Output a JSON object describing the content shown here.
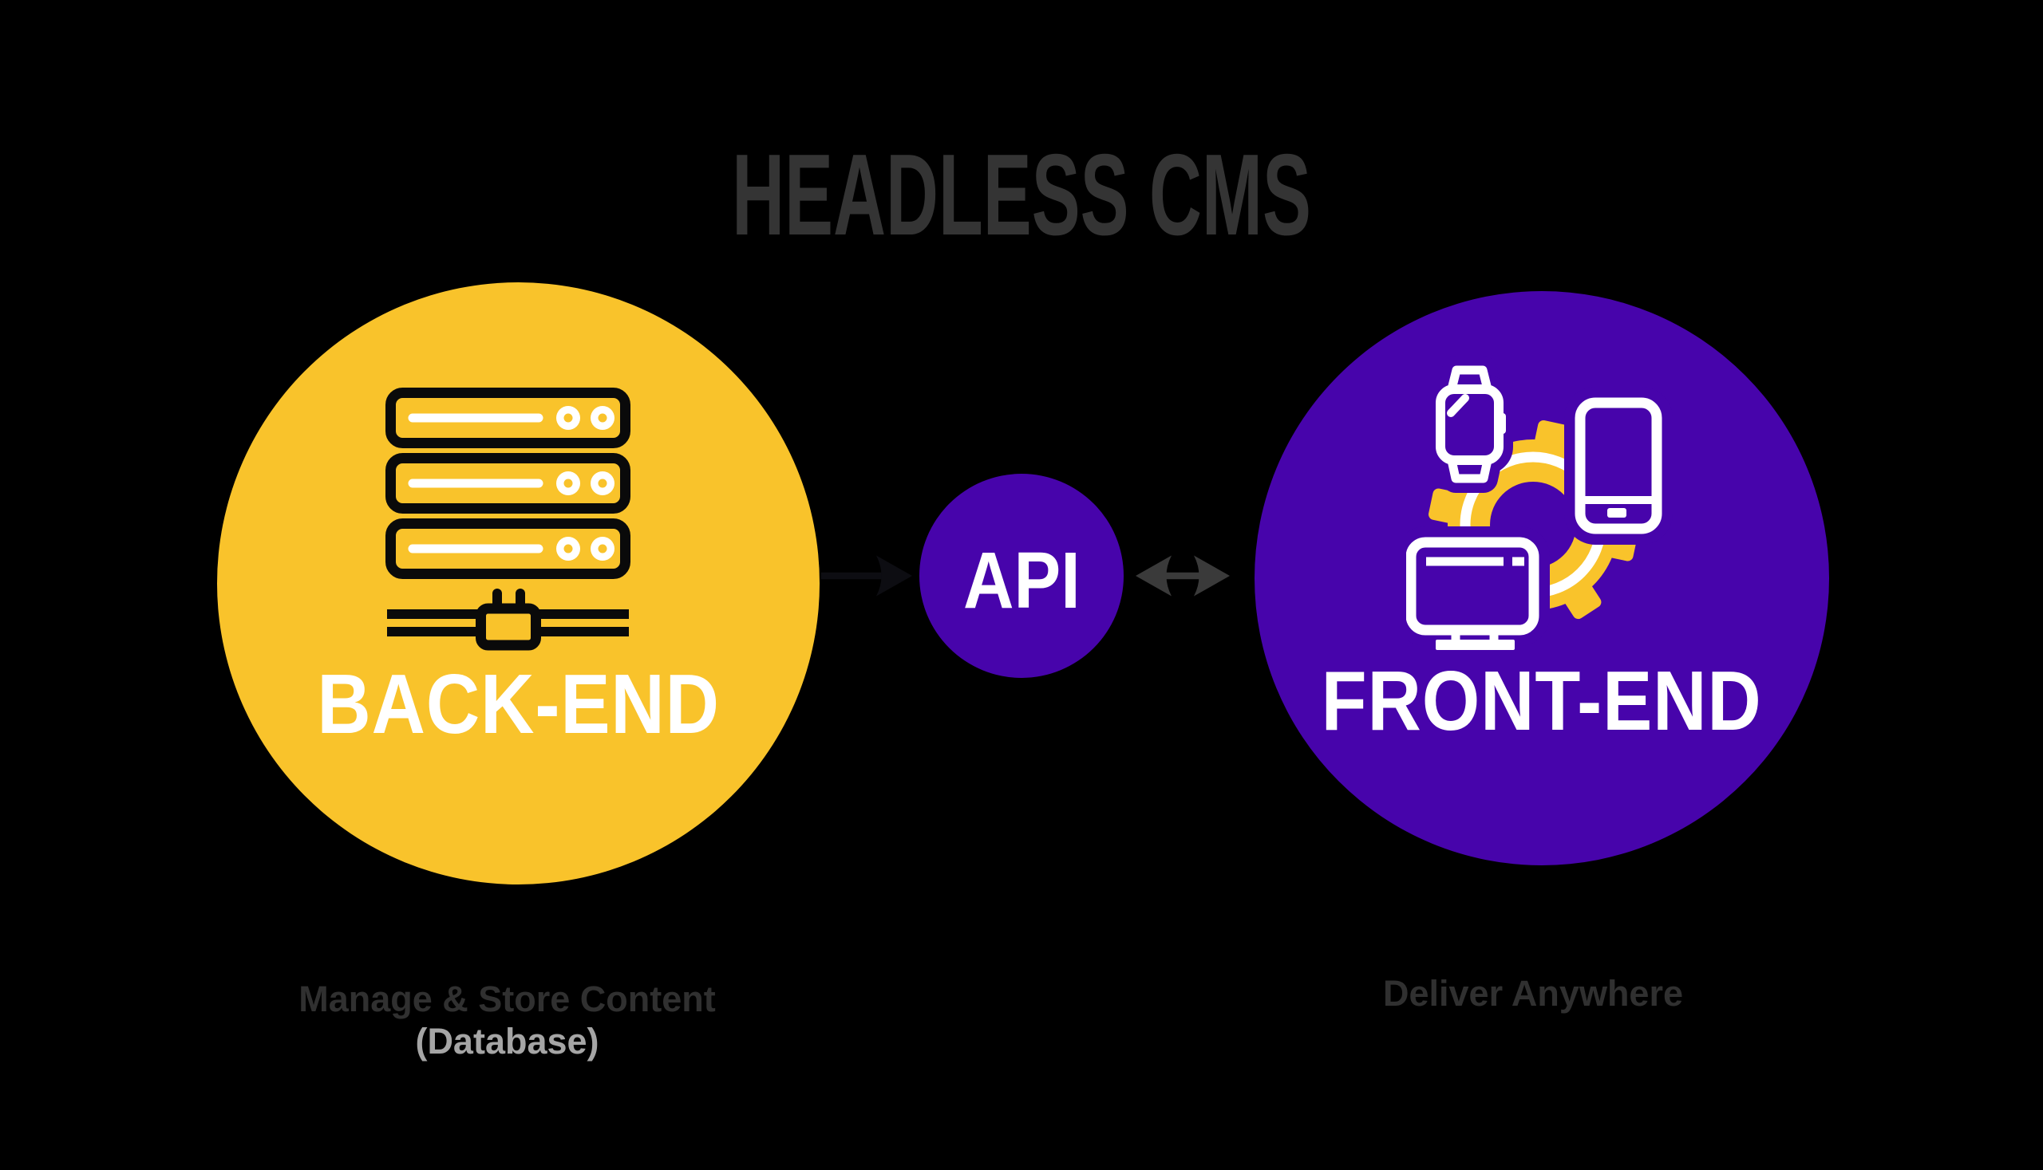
{
  "title": "HEADLESS CMS",
  "colors": {
    "background": "#000000",
    "yellow": "#F9C32B",
    "purple": "#4704AB",
    "title_gray": "#343434",
    "caption_gray": "#303030",
    "muted_gray": "#A5A5A5",
    "arrow_gray": "#3A3A3A",
    "hidden_arrow": "#0D0D12",
    "icon_black": "#0A0A0A",
    "white": "#FFFFFF"
  },
  "backend": {
    "label": "BACK-END",
    "icon": "server-stack-icon",
    "caption_line1": "Manage & Store Content",
    "caption_line2": "(Database)"
  },
  "api": {
    "label": "API"
  },
  "frontend": {
    "label": "FRONT-END",
    "icon": "devices-gear-icon",
    "caption": "Deliver Anywhere"
  },
  "arrows": {
    "backend_to_api": "hidden-arrow-right",
    "api_to_frontend": "double-headed-arrow"
  }
}
